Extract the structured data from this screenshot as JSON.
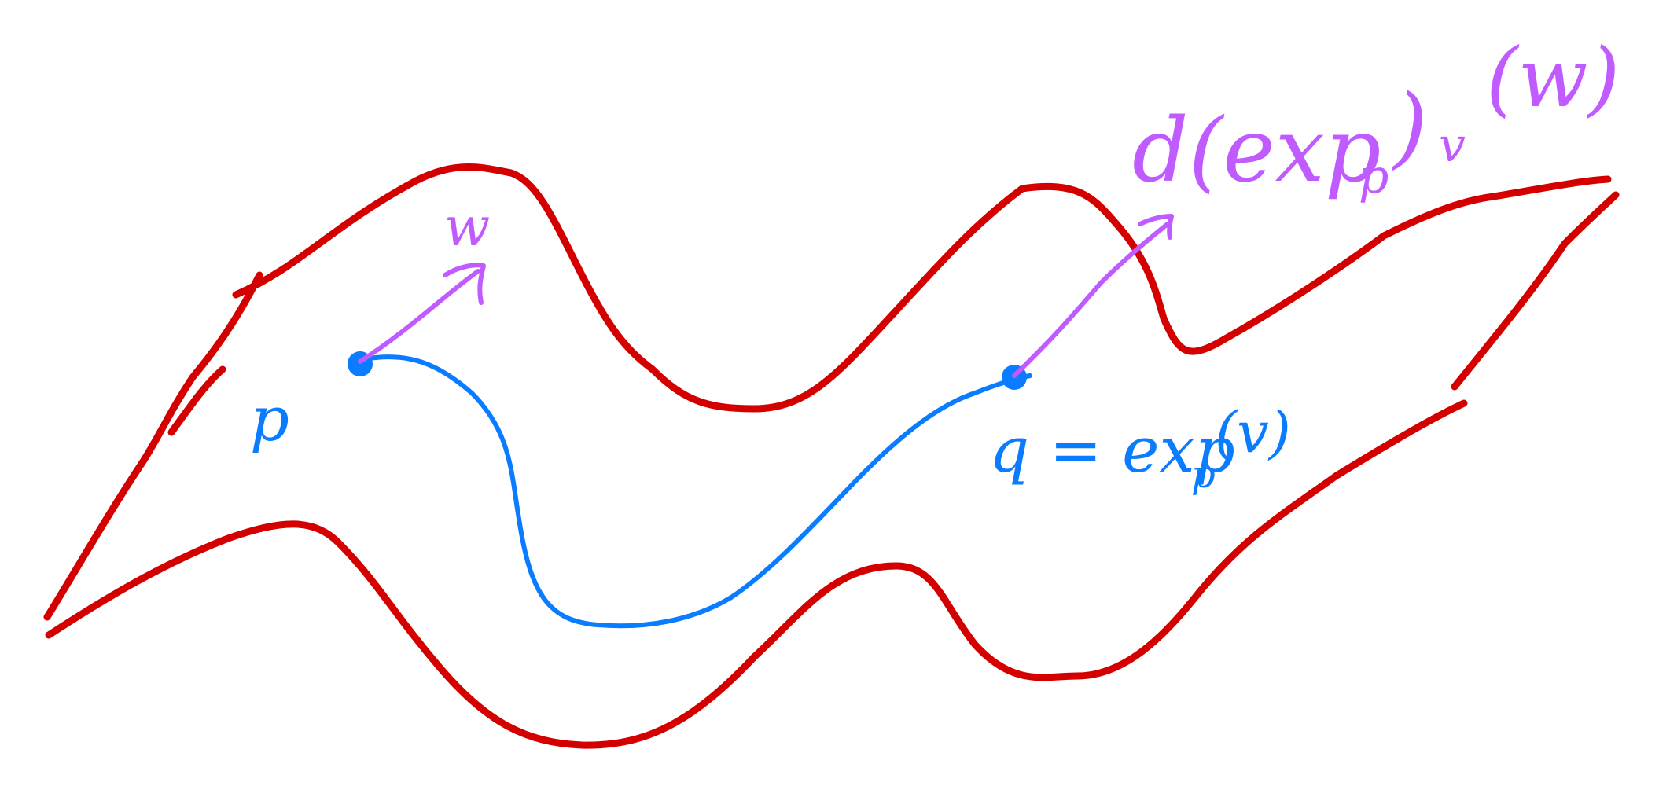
{
  "diagram": {
    "colors": {
      "surface": "#d40000",
      "geodesic": "#0a7cff",
      "vector": "#c05cff"
    },
    "labels": {
      "p": "p",
      "w": "w",
      "q": "q = exp",
      "q_sub": "p",
      "q_arg": "(v)",
      "dexp": "d(exp",
      "dexp_sub": "p",
      "dexp_close": ")",
      "dexp_v": "v",
      "dexp_arg": "(w)"
    }
  }
}
